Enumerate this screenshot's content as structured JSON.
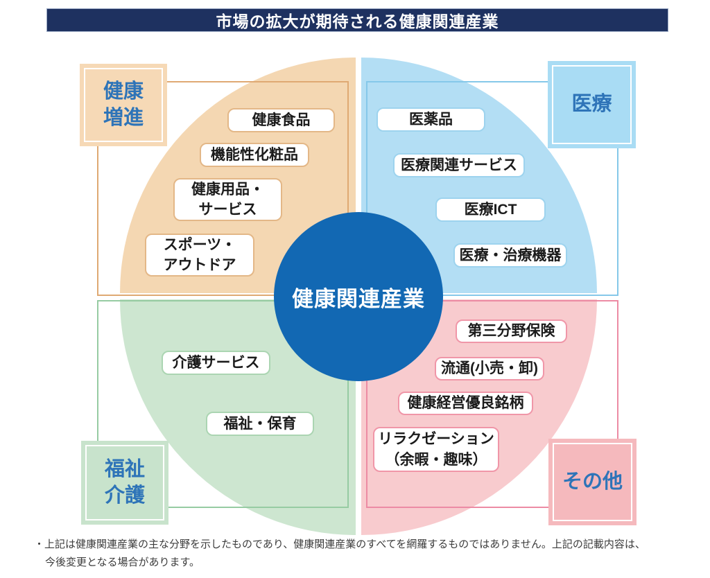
{
  "title": "市場の拡大が期待される健康関連産業",
  "center_label": "健康関連産業",
  "quadrants": {
    "tl": {
      "corner_label": "健康\n増進",
      "items": [
        "健康食品",
        "機能性化粧品",
        "健康用品・\nサービス",
        "スポーツ・\nアウトドア"
      ]
    },
    "tr": {
      "corner_label": "医療",
      "items": [
        "医薬品",
        "医療関連サービス",
        "医療ICT",
        "医療・治療機器"
      ]
    },
    "bl": {
      "corner_label": "福祉\n介護",
      "items": [
        "介護サービス",
        "福祉・保育"
      ]
    },
    "br": {
      "corner_label": "その他",
      "items": [
        "第三分野保険",
        "流通(小売・卸)",
        "健康経営優良銘柄",
        "リラクゼーション\n（余暇・趣味）"
      ]
    }
  },
  "footer": {
    "note": "・上記は健康関連産業の主な分野を示したものであり、健康関連産業のすべてを網羅するものではありません。上記の記載内容は、\n今後変更となる場合があります。"
  },
  "colors": {
    "title-bg": "#1e3160",
    "title-border": "#9aa9c4",
    "title-text": "#ffffff",
    "accent-text": "#2e74b8",
    "center-bg": "#1268b3",
    "center-text": "#ffffff",
    "item-text": "#1b1b1b",
    "footer-text": "#3c3c3c",
    "tl-disc": "#f4d7b2",
    "tl-line": "#dfa973",
    "tl-label-bg": "#f6d9b6",
    "tl-box-border": "#e3b787",
    "tr-disc": "#b3def4",
    "tr-line": "#85c8e9",
    "tr-label-bg": "#a9dcf4",
    "tr-box-border": "#9dd3ee",
    "bl-disc": "#cde6d0",
    "bl-line": "#96cba2",
    "bl-label-bg": "#c8e3cc",
    "bl-box-border": "#abd5b2",
    "br-disc": "#f8cbce",
    "br-line": "#ec8ba4",
    "br-label-bg": "#f5b9bd",
    "br-box-border": "#f096a8"
  }
}
